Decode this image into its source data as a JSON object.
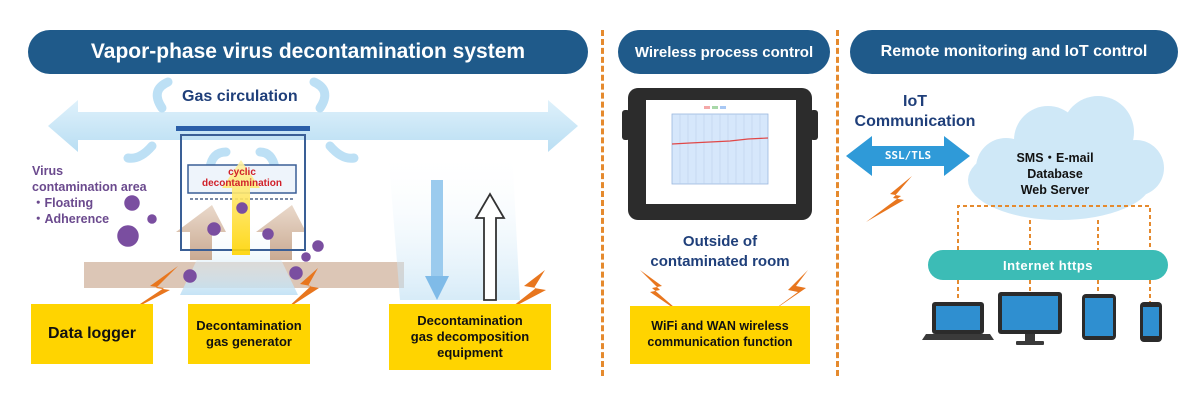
{
  "panels": {
    "main_title": "Vapor-phase virus decontamination system",
    "wireless_title": "Wireless process control",
    "remote_title": "Remote monitoring and IoT control"
  },
  "left": {
    "gas_circulation": "Gas circulation",
    "virus_area": [
      "Virus",
      "contamination area",
      "・Floating",
      "・Adherence"
    ],
    "cyclic": [
      "cyclic",
      "decontamination"
    ],
    "data_logger": "Data logger",
    "generator": [
      "Decontamination",
      "gas generator"
    ],
    "decomposition": [
      "Decontamination",
      "gas decomposition",
      "equipment"
    ]
  },
  "middle": {
    "outside": [
      "Outside of",
      "contaminated room"
    ],
    "wifi": [
      "WiFi and WAN wireless",
      "communication function"
    ]
  },
  "right": {
    "iot": [
      "IoT",
      "Communication"
    ],
    "ssl": "SSL/TLS",
    "cloud": [
      "SMS・E-mail",
      "Database",
      "Web Server"
    ],
    "internet": "Internet https"
  },
  "colors": {
    "pill": "#1f5a8a",
    "yellow_box": "#ffd400",
    "flow_arrow": "#bde0f5",
    "cloud": "#cfe8f7",
    "internet_bar": "#3cbcb6",
    "dashed_divider": "#e58a2e",
    "lightning": "#e8761e",
    "virus": "#7a4ea0"
  },
  "icons": [
    "flow-arrow-icon",
    "lightning-icon",
    "virus-icon",
    "tablet-icon",
    "cloud-icon",
    "laptop-icon",
    "monitor-icon",
    "tablet-device-icon",
    "phone-icon"
  ]
}
